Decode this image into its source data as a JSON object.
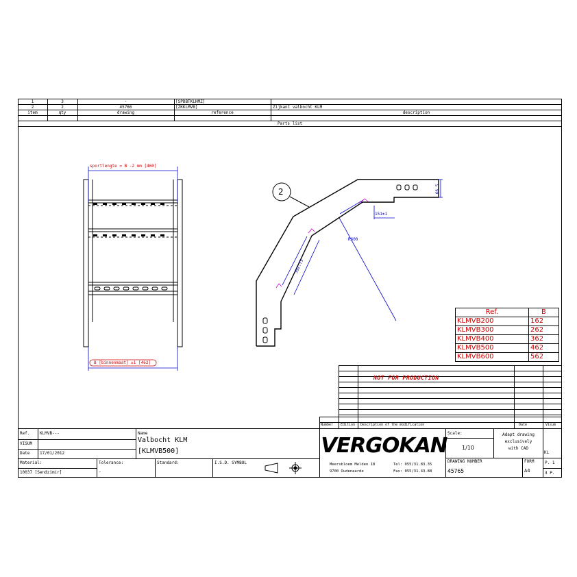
{
  "parts_list": {
    "title": "Parts list",
    "headers": {
      "item": "item",
      "qty": "qty",
      "drawing": "drawing",
      "reference": "reference",
      "description": "description"
    },
    "rows": [
      {
        "item": "1",
        "qty": "3",
        "drawing": "-",
        "reference": "[SPDBTKLHMZ]",
        "description": ""
      },
      {
        "item": "2",
        "qty": "2",
        "drawing": "45766",
        "reference": "[ZKKLMVB]",
        "description": "Zijkant valbocht KLM"
      }
    ]
  },
  "drawing": {
    "label_sport": "sportlengte = B -2 mm [460]",
    "label_binnen": "B [binnenmaat] ±1 [462]",
    "balloon": "2",
    "dim_665": "66.5",
    "dim_151": "151±1",
    "dim_r600": "R600",
    "dim_392": "392.73"
  },
  "ref_table": {
    "headers": [
      "Ref.",
      "B"
    ],
    "rows": [
      [
        "KLMVB200",
        "162"
      ],
      [
        "KLMVB300",
        "262"
      ],
      [
        "KLMVB400",
        "362"
      ],
      [
        "KLMVB500",
        "462"
      ],
      [
        "KLMVB600",
        "562"
      ]
    ]
  },
  "revision": {
    "stamp": "NOT FOR PRODUCTION",
    "headers": {
      "number": "Number",
      "edition": "Edition",
      "description": "Description of the modification",
      "date": "Date",
      "visum": "Visum"
    }
  },
  "title_block": {
    "ref_label": "Ref.",
    "ref_value": "KLMVB---",
    "visum_label": "VISUM",
    "date_label": "Date",
    "date_value": "17/01/2012",
    "name_label": "Name",
    "name_line1": "Valbocht KLM",
    "name_line2": "[KLMVB500]",
    "material_label": "Material:",
    "material_value": "10037 [Sendzimir]",
    "tolerance_label": "Tolerance:",
    "tolerance_value": "-",
    "standard_label": "Standard:",
    "isd_label": "I.S.D. SYMBOL",
    "company": "VERGOKAN",
    "address1": "Meersbloem Melden 18",
    "address2": "9700 Oudenaarde",
    "tel": "Tel: 055/31.83.35",
    "fax": "Fax: 055/31.43.88",
    "scale_label": "Scale:",
    "scale_value": "1/10",
    "adapt1": "Adapt drawing",
    "adapt2": "exclusively",
    "adapt3": "with CAD",
    "kl": "KL",
    "drawing_number_label": "DRAWING NUMBER",
    "drawing_number": "45765",
    "form_label": "FORM",
    "form_value": "A4",
    "page": "P. 1",
    "pages": "3 P."
  }
}
